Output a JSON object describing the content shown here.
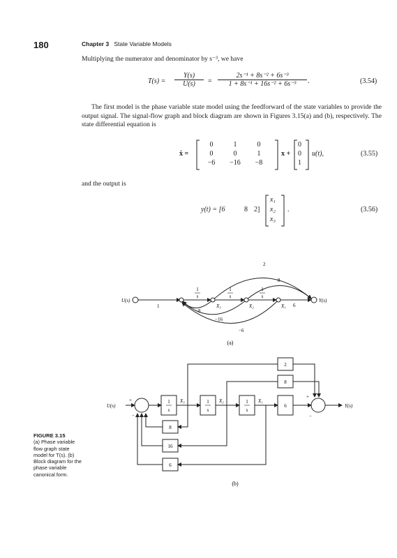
{
  "header": {
    "page_number": "180",
    "chapter_label": "Chapter 3",
    "chapter_title": "State Variable Models"
  },
  "intro": "Multiplying the numerator and denominator by s⁻³, we have",
  "eq354": {
    "lhs": "T(s) =",
    "frac1_num": "Y(s)",
    "frac1_den": "U(s)",
    "equals": "=",
    "frac2_num": "2s⁻¹ + 8s⁻² + 6s⁻³",
    "frac2_den": "1 + 8s⁻¹ + 16s⁻² + 6s⁻³",
    "trail": ".",
    "number": "(3.54)"
  },
  "paragraph": "The first model is the phase variable state model using the feedforward of the state variables to provide the output signal. The signal-flow graph and block diagram are shown in Figures 3.15(a) and (b), respectively. The state differential equation is",
  "eq355": {
    "lhs": "ẋ =",
    "matrix_rows": [
      [
        "0",
        "1",
        "0"
      ],
      [
        "0",
        "0",
        "1"
      ],
      [
        "−6",
        "−16",
        "−8"
      ]
    ],
    "x": "x +",
    "b_col": [
      "0",
      "0",
      "1"
    ],
    "u": "u(t),",
    "number": "(3.55)"
  },
  "output_text": "and the output is",
  "eq356": {
    "lhs": "y(t) = [6",
    "c_mid": "8",
    "c_end": "2]",
    "x_col": [
      "x₁",
      "x₂",
      "x₃"
    ],
    "trail": ".",
    "number": "(3.56)"
  },
  "figure_a": {
    "label": "(a)",
    "node_u": "U(s)",
    "node_y": "Y(s)",
    "gain_in": "1",
    "integrator_num": "1",
    "integrator_den": "s",
    "x3": "X₃",
    "x2": "X₂",
    "x1": "X₁",
    "ff_2": "2",
    "ff_8": "8",
    "ff_6": "6",
    "fb_8": "−8",
    "fb_16": "−16",
    "fb_6": "−6"
  },
  "figure_b": {
    "label": "(b)",
    "u_label": "U(s)",
    "y_label": "Y(s)",
    "int_num": "1",
    "int_den": "s",
    "x3": "X₃",
    "x2": "X₂",
    "x1": "X₁",
    "block_2": "2",
    "block_8_top": "8",
    "block_6_fwd": "6",
    "block_8_fb": "8",
    "block_16": "16",
    "block_6_fb": "6",
    "plus": "+",
    "minus": "−"
  },
  "caption": {
    "figure": "FIGURE 3.15",
    "text": "(a) Phase variable flow graph state model for T(s). (b) Block diagram for the phase variable canonical form."
  }
}
